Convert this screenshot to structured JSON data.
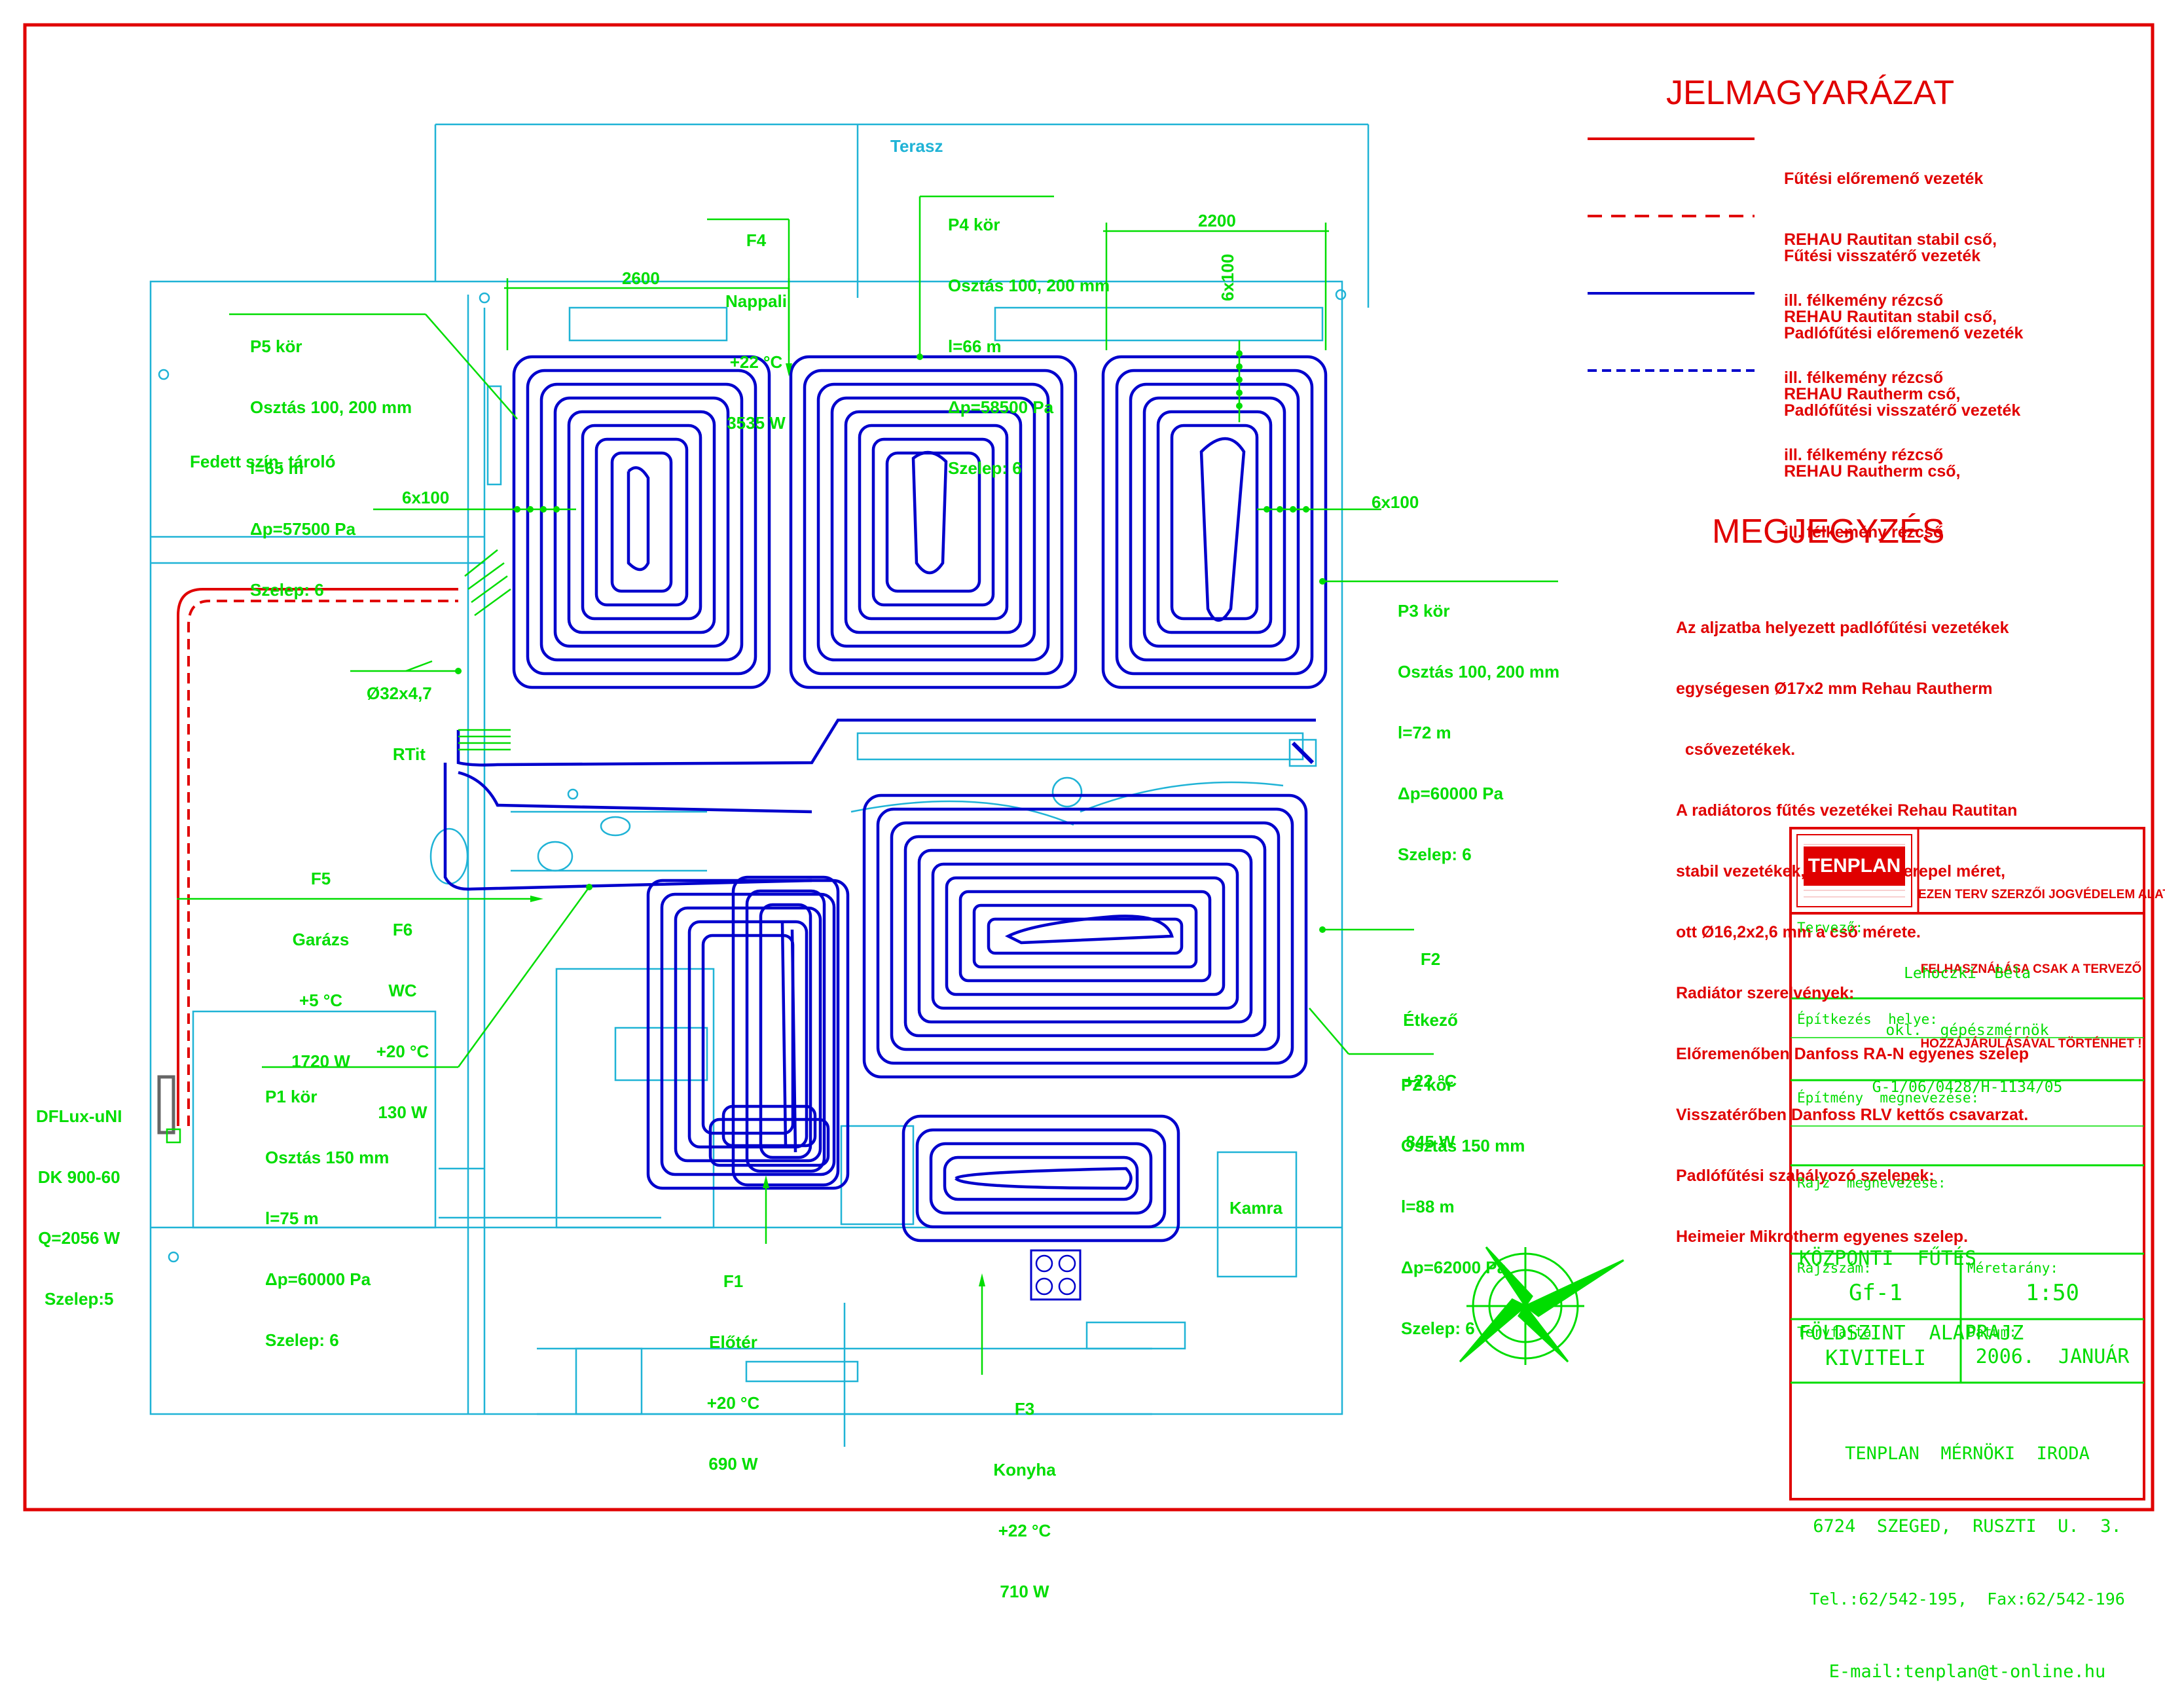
{
  "legend": {
    "title": "JELMAGYARÁZAT",
    "items": [
      {
        "lines": [
          "Fűtési előremenő vezeték",
          "REHAU Rautitan stabil cső,",
          "ill. félkemény rézcső"
        ],
        "color": "#e00000",
        "style": "solid"
      },
      {
        "lines": [
          "Fűtési visszatérő vezeték",
          "REHAU Rautitan stabil cső,",
          "ill. félkemény rézcső"
        ],
        "color": "#e00000",
        "style": "dashed"
      },
      {
        "lines": [
          "Padlófűtési előremenő vezeték",
          "REHAU Rautherm cső,",
          "ill. félkemény rézcső"
        ],
        "color": "#0000cc",
        "style": "solid"
      },
      {
        "lines": [
          "Padlófűtési visszatérő vezeték",
          "REHAU Rautherm cső,",
          "ill. félkemény rézcső"
        ],
        "color": "#0000cc",
        "style": "dashed"
      }
    ]
  },
  "notes": {
    "title": "MEGJEGYZÉS",
    "lines": [
      "Az aljzatba helyezett padlófűtési vezetékek",
      "egységesen Ø17x2 mm Rehau Rautherm",
      "  csővezetékek.",
      "A radiátoros fűtés vezetékei Rehau Rautitan",
      "stabil vezetékek, ahol nem szerepel méret,",
      "ott Ø16,2x2,6 mm a cső mérete.",
      "Radiátor szerelvények:",
      "Előremenőben Danfoss RA-N egyenes szelep",
      "Visszatérőben Danfoss RLV kettős csavarzat.",
      "Padlófűtési szabályozó szelepek:",
      "Heimeier Mikrotherm egyenes szelep."
    ]
  },
  "plan": {
    "terasz": "Terasz",
    "fedett": "Fedett szín, tároló",
    "kamra": "Kamra",
    "dim_2600": "2600",
    "dim_2200": "2200",
    "dim_6x100_left": "6x100",
    "dim_6x100_right": "6x100",
    "dim_6x100_vert": "6x100",
    "pipe_size": [
      "Ø32x4,7",
      "RTit"
    ],
    "rooms": {
      "f4": [
        "F4",
        "Nappali",
        "+22 °C",
        "3535 W"
      ],
      "f5": [
        "F5",
        "Garázs",
        "+5 °C",
        "1720 W"
      ],
      "f6": [
        "F6",
        "WC",
        "+20 °C",
        "130 W"
      ],
      "f2": [
        "F2",
        "Étkező",
        "+22 °C",
        "845 W"
      ],
      "f1": [
        "F1",
        "Előtér",
        "+20 °C",
        "690 W"
      ],
      "f3": [
        "F3",
        "Konyha",
        "+22 °C",
        "710 W"
      ]
    },
    "circuits": {
      "p5": [
        "P5 kör",
        "Osztás 100, 200 mm",
        "l=65 m",
        "Δp=57500 Pa",
        "Szelep: 6"
      ],
      "p4": [
        "P4 kör",
        "Osztás 100, 200 mm",
        "l=66 m",
        "Δp=58500 Pa",
        "Szelep: 6"
      ],
      "p3": [
        "P3 kör",
        "Osztás 100, 200 mm",
        "l=72 m",
        "Δp=60000 Pa",
        "Szelep: 6"
      ],
      "p2": [
        "P2 kör",
        "Osztás 150 mm",
        "l=88 m",
        "Δp=62000 Pa",
        "Szelep: 6"
      ],
      "p1": [
        "P1 kör",
        "Osztás 150 mm",
        "l=75 m",
        "Δp=60000 Pa",
        "Szelep: 6"
      ]
    },
    "radiator": [
      "DFLux-uNI",
      "DK 900-60",
      "Q=2056 W",
      "Szelep:5"
    ]
  },
  "title_block": {
    "logo": "TENPLAN",
    "copyright": [
      "EZEN TERV SZERZŐI JOGVÉDELEM ALATT ÁLL.",
      "FELHASZNÁLÁSA CSAK A TERVEZŐ",
      "HOZZÁJÁRULÁSÁVAL TÖRTÉNHET !"
    ],
    "designer_label": "Tervező:",
    "designer": [
      "Lehoczki  Béla",
      "okl.  gépészmérnök",
      "G-1/06/0428/H-1134/05"
    ],
    "site_label": "Építkezés  helye:",
    "building_label": "Építmény  megnevezése:",
    "drawing_label": "Rajz  megnevezése:",
    "drawing_name": [
      "KÖZPONTI  FŰTÉS",
      "FÖLDSZINT  ALAPRAJZ"
    ],
    "sheet_label": "Rajzszám:",
    "sheet_no": "Gf-1",
    "scale_label": "Méretarány:",
    "scale": "1:50",
    "type_label": "Tervfajta:",
    "type": "KIVITELI",
    "date_label": "Dátum:",
    "date": "2006.  JANUÁR",
    "office": [
      "TENPLAN  MÉRNÖKI  IRODA",
      "6724  SZEGED,  RUSZTI  U.  3.",
      "Tel.:62/542-195,  Fax:62/542-196",
      "E-mail:tenplan@t-online.hu"
    ]
  },
  "colors": {
    "frame": "#e00000",
    "walls": "#1fb3d6",
    "floor_heating": "#0000cc",
    "labels": "#00dd00"
  }
}
